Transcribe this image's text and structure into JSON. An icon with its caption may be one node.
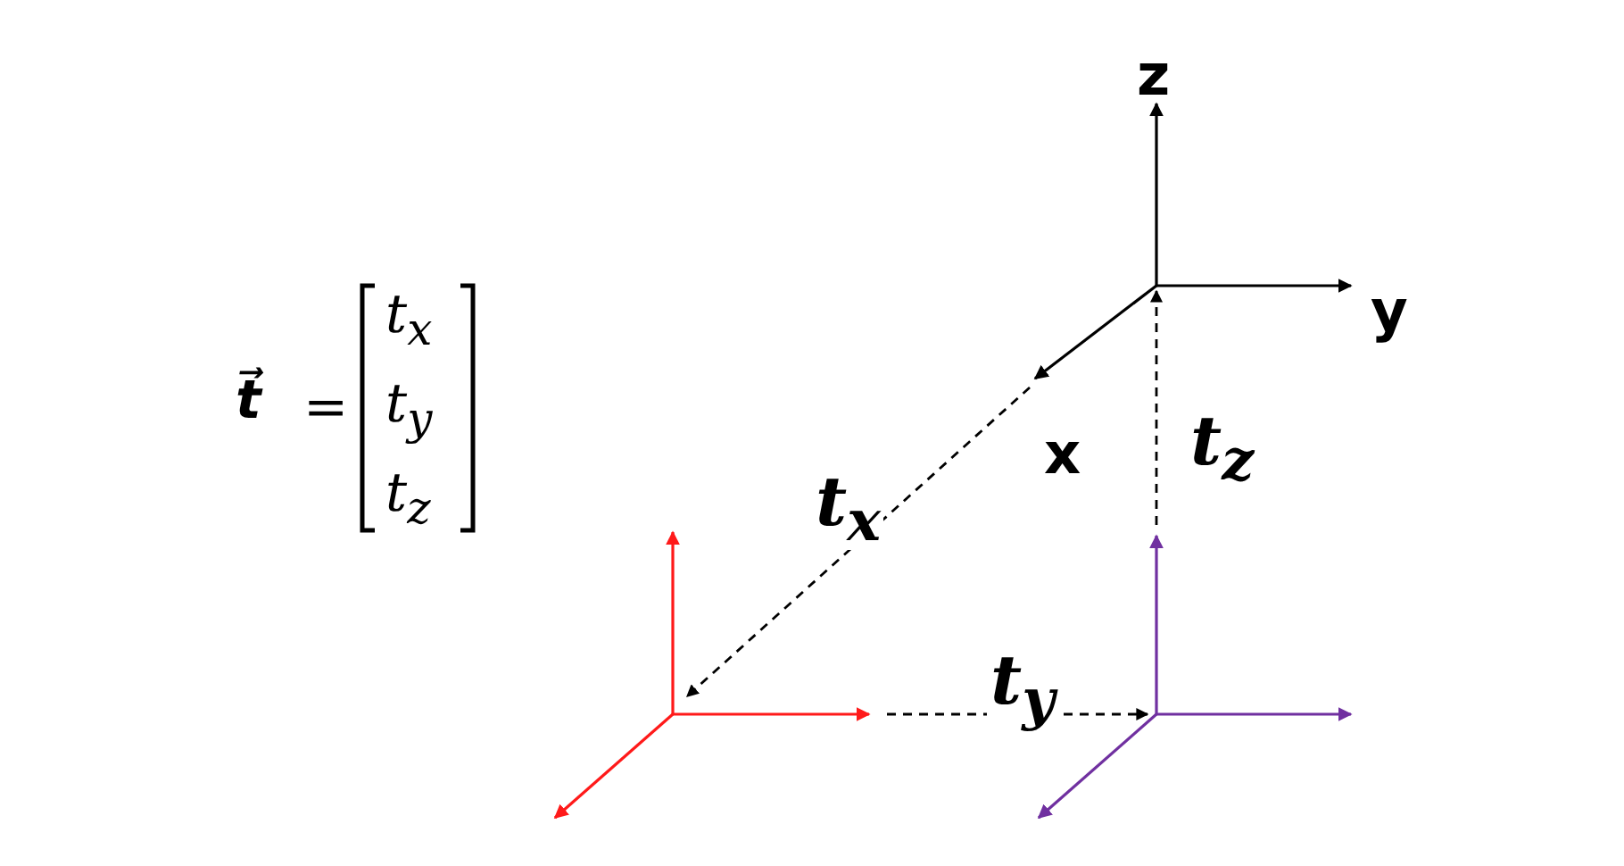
{
  "diagram": {
    "nodes": [
      {
        "text": [],
        "shape": "axes",
        "beside": [
          "z",
          "y",
          "x"
        ]
      },
      {
        "text": [],
        "shape": "axes"
      },
      {
        "text": [],
        "shape": "axes"
      }
    ],
    "edges": [
      {
        "from": 0,
        "to": 1,
        "arrow": "to",
        "style": "dashed",
        "label": "t$_{x}$"
      },
      {
        "from": 1,
        "to": 2,
        "arrow": "to",
        "style": "dashed",
        "label": "t$_{y}$"
      },
      {
        "from": 2,
        "to": 0,
        "arrow": "to",
        "style": "dashed",
        "label": "t$_{z}$"
      }
    ],
    "labels": [
      "t⃗",
      "=",
      "t$_{x}$",
      "t$_{y}$",
      "t$_{z}$"
    ]
  }
}
